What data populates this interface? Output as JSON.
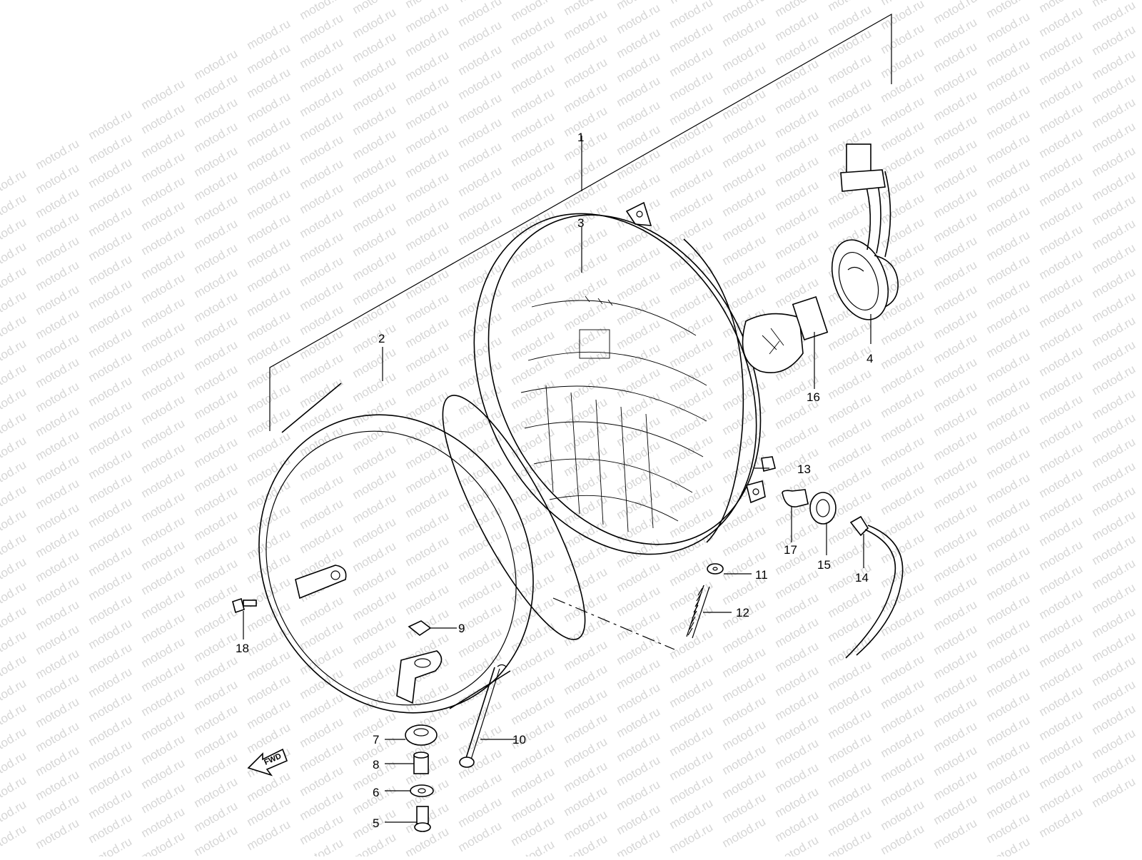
{
  "watermark": "motod.ru",
  "direction_label": "FWD",
  "callouts": [
    "1",
    "2",
    "3",
    "4",
    "5",
    "6",
    "7",
    "8",
    "9",
    "10",
    "11",
    "12",
    "13",
    "14",
    "15",
    "16",
    "17",
    "18"
  ]
}
